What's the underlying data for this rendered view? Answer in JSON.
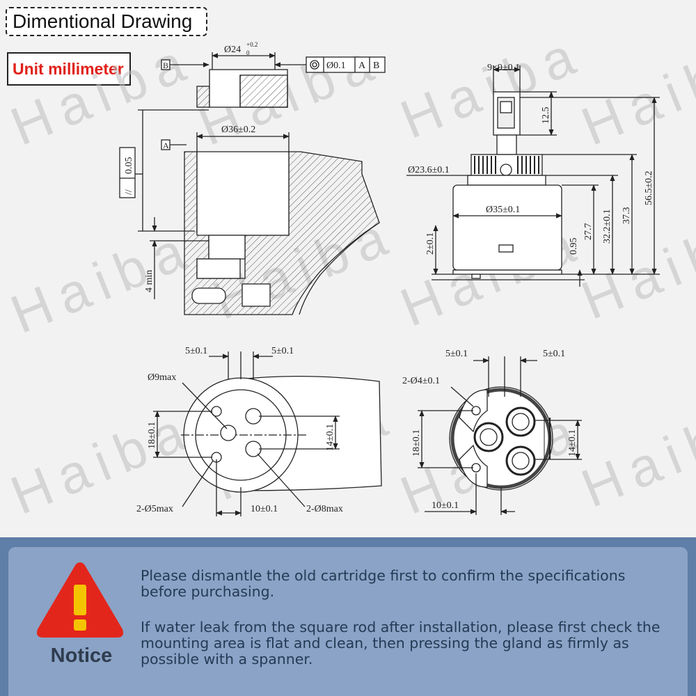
{
  "header": {
    "title": "Dimentional Drawing",
    "unit": "Unit millimeter"
  },
  "watermark": "Haiba",
  "colors": {
    "background": "#f2f2f2",
    "unit_text": "#e0201a",
    "notice_band": "#5f7ea8",
    "notice_panel": "#8aa3c6",
    "warning": "#e3261c",
    "warning_mark": "#f5c400"
  },
  "faucet_section": {
    "datum_b": "B",
    "datum_a": "A",
    "thread_dia": "Ø24",
    "thread_tol_upper": "+0.2",
    "thread_tol_lower": "0",
    "concentricity_tol": "Ø0.1",
    "concentricity_ref_a": "A",
    "concentricity_ref_b": "B",
    "parallelism_symbol": "//",
    "parallelism_tol": "0.05",
    "bore_dia": "Ø36±0.2",
    "min_depth": "4 min"
  },
  "cartridge_side": {
    "stem_size": "9×9±0.1",
    "stem_height": "12.5",
    "gland_dia": "Ø23.6±0.1",
    "body_dia": "Ø35±0.1",
    "base_offset": "2±0.1",
    "dim_095": "0.95",
    "dim_277": "27.7",
    "dim_322": "32.2±0.1",
    "dim_373": "37.3",
    "overall_height": "56.5±0.2"
  },
  "seat_view": {
    "spacing_left": "5±0.1",
    "spacing_right": "5±0.1",
    "center_hole": "Ø9max",
    "height_18": "18±0.1",
    "height_14": "14±0.1",
    "spacing_bottom": "10±0.1",
    "small_holes": "2-Ø5max",
    "large_holes": "2-Ø8max"
  },
  "cartridge_bottom": {
    "spacing_left": "5±0.1",
    "spacing_right": "5±0.1",
    "pins": "2-Ø4±0.1",
    "height_18": "18±0.1",
    "height_14": "14±0.1",
    "spacing_bottom": "10±0.1"
  },
  "notice": {
    "label": "Notice",
    "line1": "Please dismantle the old cartridge first to confirm the specifications before purchasing.",
    "line2": "If water leak from the square rod after installation, please first check the mounting area is flat and clean, then pressing the gland as firmly as possible with a spanner."
  }
}
